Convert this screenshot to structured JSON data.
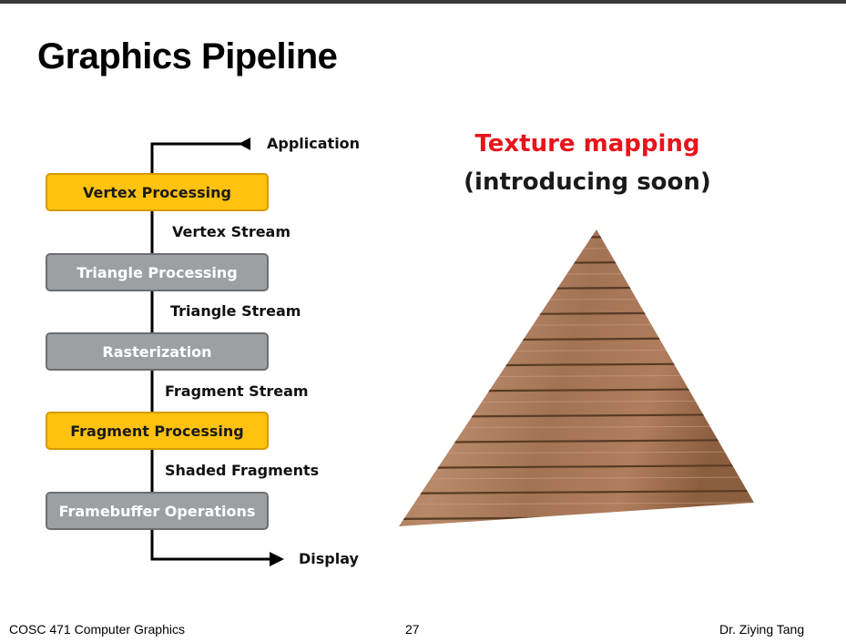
{
  "slide": {
    "title": "Graphics Pipeline"
  },
  "pipeline": {
    "input_label": "Application",
    "output_label": "Display",
    "stages": [
      {
        "label": "Vertex Processing",
        "color": "#ffc20e"
      },
      {
        "label": "Triangle Processing",
        "color": "#9da0a3"
      },
      {
        "label": "Rasterization",
        "color": "#9da0a3"
      },
      {
        "label": "Fragment Processing",
        "color": "#ffc20e"
      },
      {
        "label": "Framebuffer Operations",
        "color": "#9da0a3"
      }
    ],
    "streams": [
      "Vertex Stream",
      "Triangle Stream",
      "Fragment Stream",
      "Shaded Fragments"
    ]
  },
  "texture": {
    "title": "Texture mapping",
    "subtitle": "(introducing soon)",
    "title_color": "#e8141b",
    "image_icon": "wood-textured-triangle"
  },
  "footer": {
    "course": "COSC 471 Computer Graphics",
    "page_number": "27",
    "author": "Dr. Ziying Tang"
  }
}
